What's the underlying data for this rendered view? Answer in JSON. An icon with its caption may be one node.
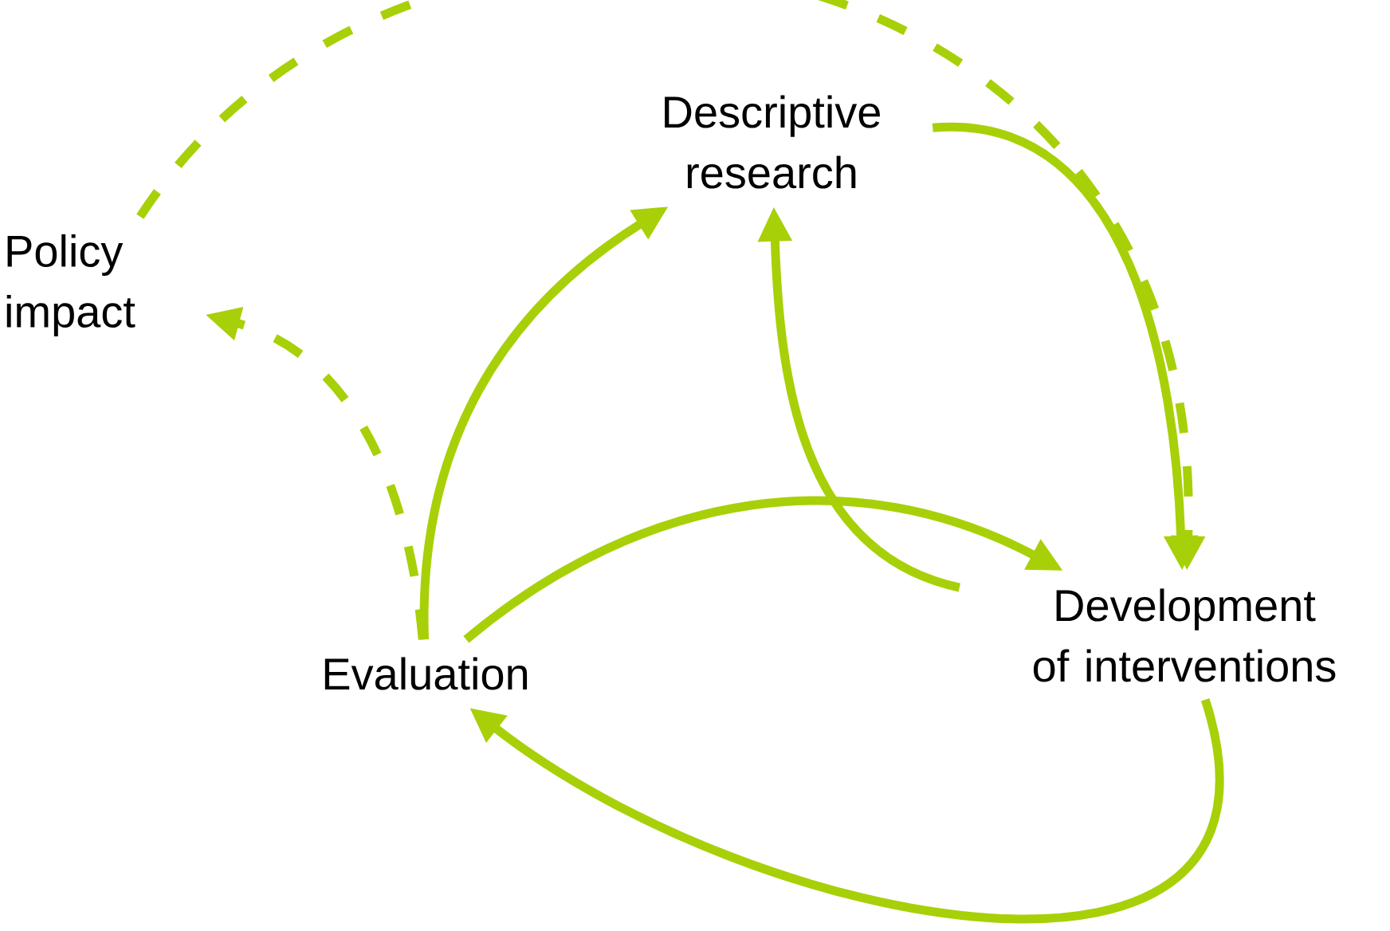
{
  "diagram": {
    "nodes": [
      {
        "text": [
          "Descriptive research"
        ]
      },
      {
        "text": [
          "Policy impact"
        ]
      },
      {
        "text": [
          "Evaluation"
        ]
      },
      {
        "text": [
          "Development of interventions"
        ]
      }
    ],
    "edges": [
      {
        "from": 2,
        "to": 0,
        "arrow": "to"
      },
      {
        "from": 0,
        "to": 3,
        "arrow": "to"
      },
      {
        "from": 3,
        "to": 0,
        "arrow": "to"
      },
      {
        "from": 2,
        "to": 3,
        "arrow": "to"
      },
      {
        "from": 3,
        "to": 2,
        "arrow": "to"
      },
      {
        "from": 2,
        "to": 1,
        "arrow": "to",
        "style": "dashed"
      },
      {
        "from": 1,
        "to": 3,
        "arrow": "to",
        "style": "dashed"
      }
    ]
  }
}
